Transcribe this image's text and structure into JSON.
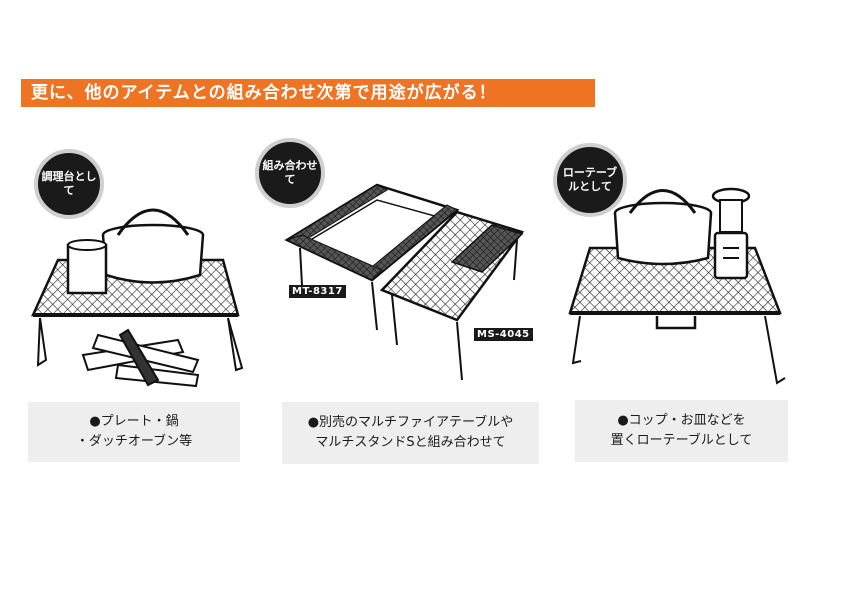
{
  "banner": {
    "text": "更に、他のアイテムとの組み合わせ次第で用途が広がる！"
  },
  "panels": [
    {
      "badge": "調理台として",
      "caption_lines": [
        "●プレート・鍋",
        "・ダッチオーブン等"
      ]
    },
    {
      "badge": "組み合わせて",
      "caption_lines": [
        "●別売のマルチファイアテーブルや",
        "マルチスタンドSと組み合わせて"
      ],
      "tags": [
        "MT-8317",
        "MS-4045"
      ]
    },
    {
      "badge": "ローテーブルとして",
      "caption_lines": [
        "●コップ・お皿などを",
        "置くローテーブルとして"
      ]
    }
  ],
  "colors": {
    "banner": "#ee7423",
    "badge": "#1a1a1a",
    "caption_bg": "#eeeeee"
  }
}
